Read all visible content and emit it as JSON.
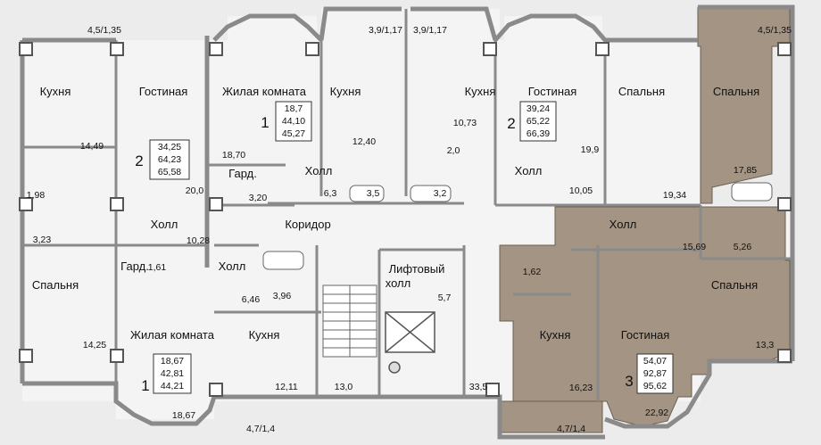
{
  "colors": {
    "background": "#ececec",
    "floor": "#f4f4f4",
    "wall": "#8a8a8a",
    "wall_dark": "#555555",
    "highlight_floor": "#a39483",
    "stairs": "#ffffff"
  },
  "rooms": {
    "kitchen_a": "Кухня",
    "living_a": "Гостиная",
    "living_room_b": "Жилая комната",
    "kitchen_b": "Кухня",
    "kitchen_c": "Кухня",
    "living_c": "Гостиная",
    "bedroom_d": "Спальня",
    "bedroom_e": "Спальня",
    "hall_a": "Холл",
    "hall_b": "Холл",
    "hall_c": "Холл",
    "hall_d": "Холл",
    "hall_e": "Холл",
    "corridor": "Коридор",
    "wardrobe_a": "Гард.",
    "wardrobe_b": "Гард.",
    "bedroom_f": "Спальня",
    "living_room_f": "Жилая комната",
    "kitchen_f": "Кухня",
    "lift_hall_1": "Лифтовый",
    "lift_hall_2": "холл",
    "kitchen_g": "Кухня",
    "living_g": "Гостиная",
    "bedroom_g": "Спальня"
  },
  "areas": {
    "balcony_tl": "4,5/1,35",
    "balcony_t1": "3,9/1,17",
    "balcony_t2": "3,9/1,17",
    "balcony_tr": "4,5/1,35",
    "a1449": "14,49",
    "a198": "1,98",
    "a323": "3,23",
    "a1870": "18,70",
    "a200": "20,0",
    "a320": "3,20",
    "a1240": "12,40",
    "a63": "6,3",
    "a35": "3,5",
    "a32": "3,2",
    "a1073": "10,73",
    "a20": "2,0",
    "a199": "19,9",
    "a1005": "10,05",
    "a1934": "19,34",
    "a1785": "17,85",
    "a1028": "10,28",
    "a161": "1,61",
    "a646": "6,46",
    "a396": "3,96",
    "a1425": "14,25",
    "a1211": "12,11",
    "a130": "13,0",
    "a57": "5,7",
    "a335": "33,5",
    "a1867": "18,67",
    "balcony_b1": "4,7/1,4",
    "balcony_b2": "4,7/1,4",
    "a162": "1,62",
    "a1569": "15,69",
    "a526": "5,26",
    "a133": "13,3",
    "a1623": "16,23",
    "a2292": "22,92"
  },
  "apartments": [
    {
      "rooms": "2",
      "values": [
        "34,25",
        "64,23",
        "65,58"
      ]
    },
    {
      "rooms": "1",
      "values": [
        "18,7",
        "44,10",
        "45,27"
      ]
    },
    {
      "rooms": "2",
      "values": [
        "39,24",
        "65,22",
        "66,39"
      ]
    },
    {
      "rooms": "1",
      "values": [
        "18,67",
        "42,81",
        "44,21"
      ]
    },
    {
      "rooms": "3",
      "values": [
        "54,07",
        "92,87",
        "95,62"
      ]
    }
  ]
}
